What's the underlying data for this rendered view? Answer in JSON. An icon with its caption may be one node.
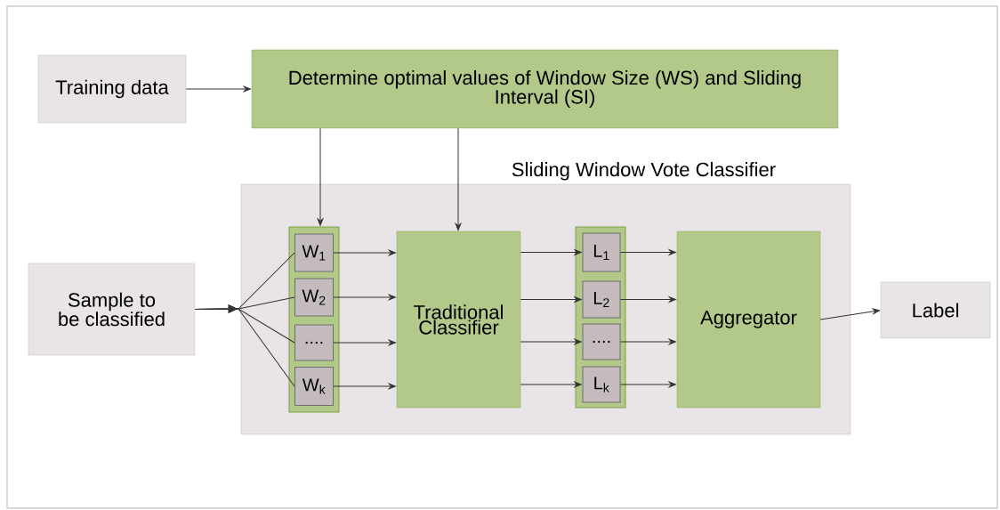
{
  "diagram": {
    "nodes": [
      {
        "text": [
          "Training data"
        ]
      },
      {
        "text": [
          "Determine optimal values of Window Size (WS) and Sliding Interval (SI)"
        ]
      },
      {
        "text": [
          "Sliding Window Vote Classifier"
        ]
      },
      {
        "text": [],
        "shape": "box",
        "in": 2
      },
      {
        "text": [
          "W$_{1}$"
        ],
        "in": 3
      },
      {
        "text": [
          "W$_{2}$"
        ],
        "in": 3
      },
      {
        "text": [
          "...."
        ],
        "in": 3
      },
      {
        "text": [
          "W$_{k}$"
        ],
        "in": 3
      },
      {
        "text": [
          "Traditional Classifier"
        ],
        "in": 2
      },
      {
        "text": [],
        "shape": "box",
        "in": 2
      },
      {
        "text": [
          "L$_{1}$"
        ],
        "in": 9
      },
      {
        "text": [
          "L$_{2}$"
        ],
        "in": 9
      },
      {
        "text": [
          "...."
        ],
        "in": 9
      },
      {
        "text": [
          "L$_{k}$"
        ],
        "in": 9
      },
      {
        "text": [
          "Aggregator"
        ],
        "in": 2
      },
      {
        "text": [
          "Sample to be classified"
        ]
      },
      {
        "text": [
          "Label"
        ]
      }
    ],
    "edges": [
      {
        "from": 0,
        "to": 1,
        "arrow": "to"
      },
      {
        "from": 1,
        "to": 3,
        "arrow": "to"
      },
      {
        "from": 1,
        "to": 8,
        "arrow": "to"
      },
      {
        "from": 15,
        "to": 4,
        "arrow": "to"
      },
      {
        "from": 15,
        "to": 5,
        "arrow": "to"
      },
      {
        "from": 15,
        "to": 6,
        "arrow": "to"
      },
      {
        "from": 15,
        "to": 7,
        "arrow": "to"
      },
      {
        "from": 4,
        "to": 8,
        "arrow": "to"
      },
      {
        "from": 5,
        "to": 8,
        "arrow": "to"
      },
      {
        "from": 6,
        "to": 8,
        "arrow": "to"
      },
      {
        "from": 7,
        "to": 8,
        "arrow": "to"
      },
      {
        "from": 8,
        "to": 10,
        "arrow": "to"
      },
      {
        "from": 8,
        "to": 11,
        "arrow": "to"
      },
      {
        "from": 8,
        "to": 12,
        "arrow": "to"
      },
      {
        "from": 8,
        "to": 13,
        "arrow": "to"
      },
      {
        "from": 10,
        "to": 14,
        "arrow": "to"
      },
      {
        "from": 11,
        "to": 14,
        "arrow": "to"
      },
      {
        "from": 12,
        "to": 14,
        "arrow": "to"
      },
      {
        "from": 13,
        "to": 14,
        "arrow": "to"
      },
      {
        "from": 14,
        "to": 16,
        "arrow": "to"
      }
    ]
  }
}
